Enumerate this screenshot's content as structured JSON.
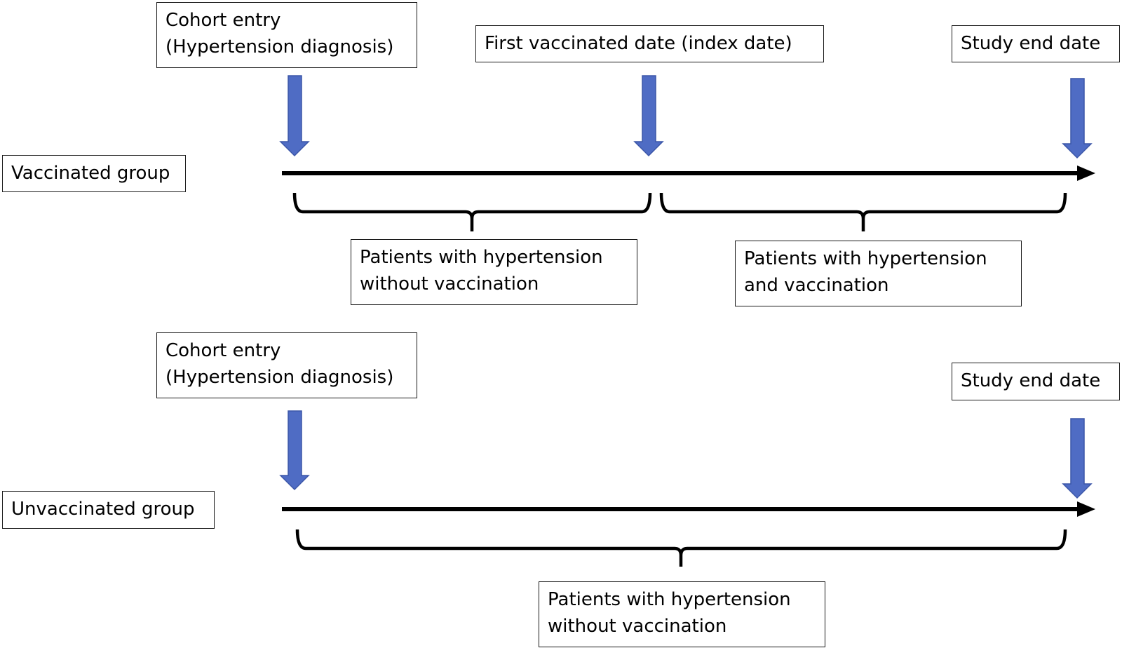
{
  "colors": {
    "arrow_fill": "#4f6cc4",
    "arrow_stroke": "#3b56a8",
    "timeline": "#000000",
    "box_border": "#1a1a1a"
  },
  "vaccinated": {
    "group_label": "Vaccinated group",
    "cohort_entry": {
      "line1": "Cohort entry",
      "line2": "(Hypertension diagnosis)"
    },
    "index_date": "First vaccinated date (index date)",
    "study_end": "Study end date",
    "period_without": {
      "line1": "Patients with hypertension",
      "line2": "without vaccination"
    },
    "period_with": {
      "line1": "Patients with hypertension",
      "line2": "and vaccination"
    }
  },
  "unvaccinated": {
    "group_label": "Unvaccinated group",
    "cohort_entry": {
      "line1": "Cohort entry",
      "line2": "(Hypertension diagnosis)"
    },
    "study_end": "Study end date",
    "period_without": {
      "line1": "Patients with hypertension",
      "line2": "without vaccination"
    }
  }
}
